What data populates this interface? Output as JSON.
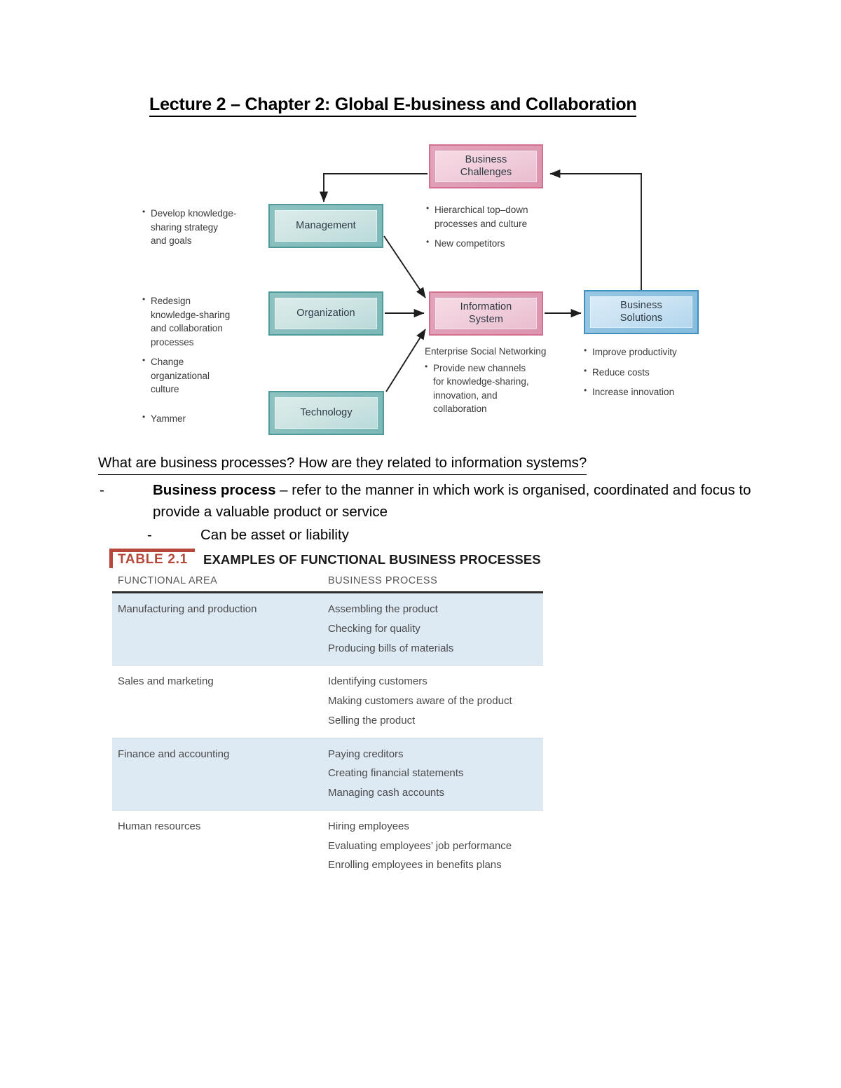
{
  "document": {
    "title": "Lecture 2 – Chapter 2: Global E-business and Collaboration"
  },
  "diagram": {
    "boxes": {
      "business_challenges": "Business\nChallenges",
      "management": "Management",
      "organization": "Organization",
      "technology": "Technology",
      "information_system": "Information\nSystem",
      "business_solutions": "Business\nSolutions"
    },
    "management_bullets": [
      "Develop knowledge-\nsharing strategy\nand goals"
    ],
    "organization_bullets": [
      "Redesign\nknowledge-sharing\nand collaboration\nprocesses",
      "Change\norganizational\nculture",
      "Yammer"
    ],
    "challenge_bullets": [
      "Hierarchical top–down\nprocesses and culture",
      "New competitors"
    ],
    "information_system_heading": "Enterprise Social Networking",
    "information_system_bullets": [
      "Provide new channels\nfor knowledge-sharing,\ninnovation, and\ncollaboration"
    ],
    "business_solutions_bullets": [
      "Improve productivity",
      "Reduce costs",
      "Increase innovation"
    ],
    "colors": {
      "teal_border": "#4f9a9b",
      "pink_border": "#d4708f",
      "blue_border": "#3f8fc0"
    }
  },
  "prose": {
    "question": "What are business processes? How are they related to information systems?",
    "dash": "-",
    "term": "Business process",
    "definition": " – refer to the manner in which work is organised, coordinated and focus to provide a valuable product or service",
    "subpoint": "Can be asset or liability"
  },
  "table_figure": {
    "number": "TABLE 2.1",
    "title": "EXAMPLES OF FUNCTIONAL BUSINESS PROCESSES",
    "accent_color": "#b5483a",
    "headers": [
      "FUNCTIONAL AREA",
      "BUSINESS PROCESS"
    ],
    "rows": [
      {
        "area": "Manufacturing and production",
        "processes": [
          "Assembling the product",
          "Checking for quality",
          "Producing bills of materials"
        ]
      },
      {
        "area": "Sales and marketing",
        "processes": [
          "Identifying customers",
          "Making customers aware of the product",
          "Selling the product"
        ]
      },
      {
        "area": "Finance and accounting",
        "processes": [
          "Paying creditors",
          "Creating financial statements",
          "Managing cash accounts"
        ]
      },
      {
        "area": "Human resources",
        "processes": [
          "Hiring employees",
          "Evaluating employees’ job performance",
          "Enrolling employees in benefits plans"
        ]
      }
    ]
  }
}
